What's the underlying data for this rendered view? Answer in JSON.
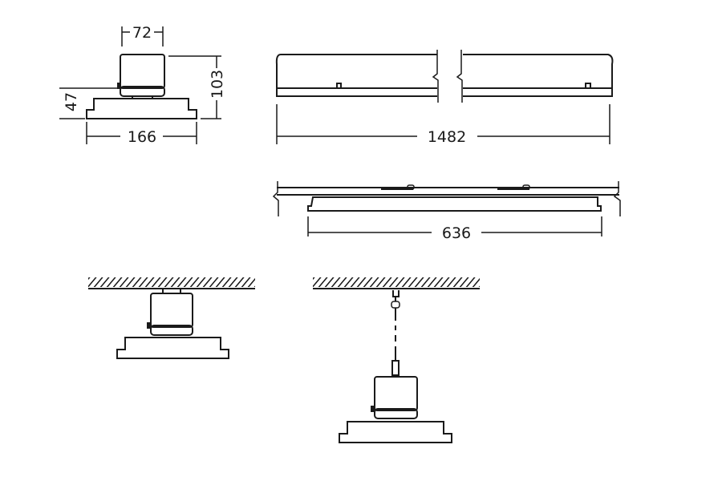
{
  "drawing": {
    "dimensions": {
      "module_width": "72",
      "total_height": "103",
      "base_height": "47",
      "base_width": "166",
      "length": "1482",
      "rail_fixture_length": "636"
    },
    "views": [
      "side-view",
      "front-view",
      "rail-view",
      "ceiling-mount",
      "pendant-mount"
    ],
    "line_color": "#1a1a1a",
    "background": "#ffffff"
  }
}
